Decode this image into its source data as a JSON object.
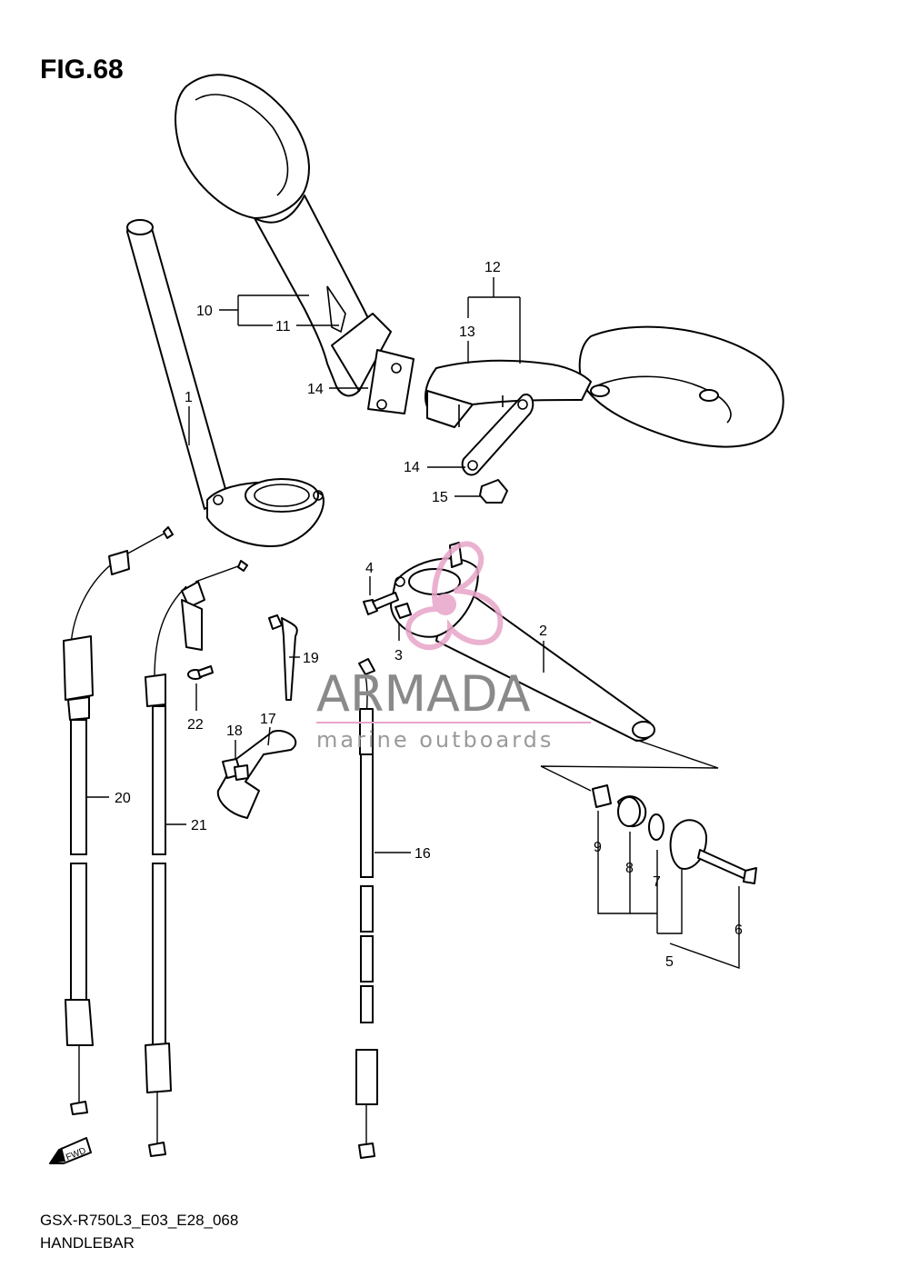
{
  "figure": {
    "title": "FIG.68",
    "model_code": "GSX-R750L3_E03_E28_068",
    "name": "HANDLEBAR"
  },
  "callouts": {
    "c1": "1",
    "c2": "2",
    "c3": "3",
    "c4": "4",
    "c5": "5",
    "c6": "6",
    "c7": "7",
    "c8": "8",
    "c9": "9",
    "c10": "10",
    "c11": "11",
    "c12": "12",
    "c13": "13",
    "c14a": "14",
    "c14b": "14",
    "c15": "15",
    "c16": "16",
    "c17": "17",
    "c18": "18",
    "c19": "19",
    "c20": "20",
    "c21": "21",
    "c22": "22"
  },
  "direction_badge": "FWD",
  "watermark": {
    "brand": "ARMADA",
    "tagline": "marine outboards",
    "logo_color": "#e8a4c8"
  }
}
